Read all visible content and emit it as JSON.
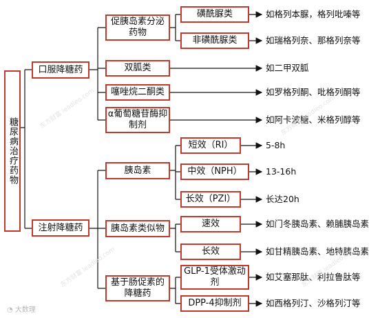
{
  "root": "糖尿病治疗药物",
  "categories": [
    "口服降糖药",
    "注射降糖药"
  ],
  "oral": [
    {
      "name": "促胰岛素分泌药物"
    },
    {
      "name": "双胍类"
    },
    {
      "name": "噻唑烷二酮类"
    },
    {
      "name": "α葡萄糖苷酶抑制剂"
    }
  ],
  "injection": [
    {
      "name": "胰岛素"
    },
    {
      "name": "胰岛素类似物"
    },
    {
      "name": "基于肠促素的降糖药"
    }
  ],
  "leaves": [
    {
      "name": "磺酰脲类",
      "example": "如格列本脲，格列吡嗪等"
    },
    {
      "name": "非磺酰脲类",
      "example": "如瑞格列奈、那格列奈等"
    },
    {
      "name": "",
      "example": "如二甲双胍"
    },
    {
      "name": "",
      "example": "如罗格列酮、吡格列酮等"
    },
    {
      "name": "",
      "example": "如阿卡波糖、米格列醇等"
    },
    {
      "name": "短效（RI）",
      "example": "5-8h"
    },
    {
      "name": "中效（NPH）",
      "example": "13-16h"
    },
    {
      "name": "长效（PZI）",
      "example": "长达20h"
    },
    {
      "name": "速效",
      "example": "如门冬胰岛素、赖脯胰岛素"
    },
    {
      "name": "长效",
      "example": "如甘精胰岛素、地特胰岛素"
    },
    {
      "name": "GLP-1受体激动剂",
      "example": "如艾塞那肽、利拉鲁肽等"
    },
    {
      "name": "DPP-4抑制剂",
      "example": "如西格列汀、沙格列汀等"
    }
  ],
  "watermark": [
    "东方财富",
    "leadleo.com"
  ],
  "brand": "大数理"
}
